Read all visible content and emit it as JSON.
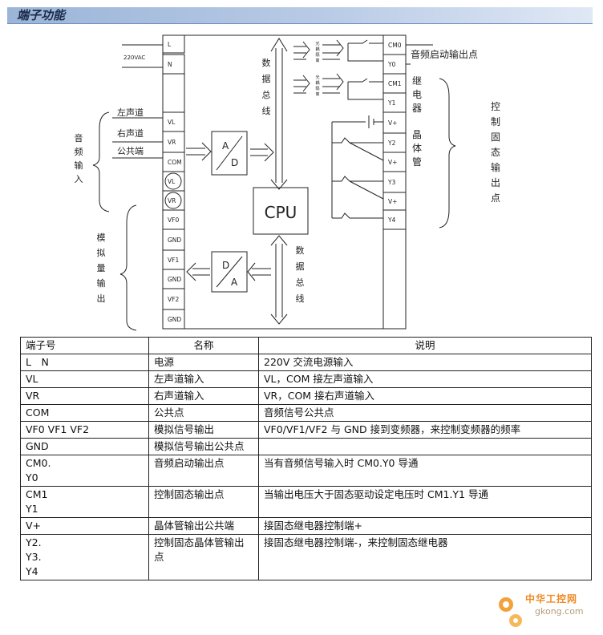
{
  "header": {
    "title": "端子功能"
  },
  "diagram": {
    "left_terminals": [
      "L",
      "N",
      "VL",
      "VR",
      "COM",
      "VL",
      "VR",
      "VF0",
      "GND",
      "VF1",
      "GND",
      "VF2",
      "GND"
    ],
    "right_terminals": [
      "CM0",
      "Y0",
      "CM1",
      "Y1",
      "V+",
      "Y2",
      "V+",
      "Y3",
      "V+",
      "Y4"
    ],
    "supply_label": "220VAC",
    "audio_inputs": [
      "左声道",
      "右声道",
      "公共端"
    ],
    "audio_group_label": "音频输入",
    "analog_group_label": "模拟量输出",
    "data_bus_top": "数据总线",
    "data_bus_bottom": "数据总线",
    "ad_label": {
      "top": "A",
      "bottom": "D"
    },
    "da_label": {
      "top": "D",
      "bottom": "A"
    },
    "cpu_label": "CPU",
    "coupler_label": "光耦隔离",
    "audio_start_output": "音频启动输出点",
    "relay_label": "继电器",
    "transistor_label": "晶体管",
    "control_outputs_label": "控制固态输出点"
  },
  "table": {
    "headers": [
      "端子号",
      "名称",
      "说明"
    ],
    "rows": [
      [
        "L　N",
        "电源",
        "220V 交流电源输入"
      ],
      [
        "VL",
        "左声道输入",
        "VL，COM 接左声道输入"
      ],
      [
        "VR",
        "右声道输入",
        "VR，COM 接右声道输入"
      ],
      [
        "COM",
        "公共点",
        "音频信号公共点"
      ],
      [
        "VF0 VF1 VF2",
        "模拟信号输出",
        "VF0/VF1/VF2 与 GND 接到变频器，来控制变频器的频率"
      ],
      [
        "GND",
        "模拟信号输出公共点",
        ""
      ],
      [
        "CM0.\nY0",
        "音频启动输出点",
        "当有音频信号输入时 CM0.Y0 导通"
      ],
      [
        "CM1\nY1",
        "控制固态输出点",
        "当输出电压大于固态驱动设定电压时 CM1.Y1 导通"
      ],
      [
        "V+",
        "晶体管输出公共端",
        "接固态继电器控制端+"
      ],
      [
        "Y2.\nY3.\nY4",
        "控制固态晶体管输出点",
        "接固态继电器控制端-，来控制固态继电器"
      ]
    ]
  },
  "watermark": {
    "name": "中华工控网",
    "domain": "gkong.com"
  }
}
